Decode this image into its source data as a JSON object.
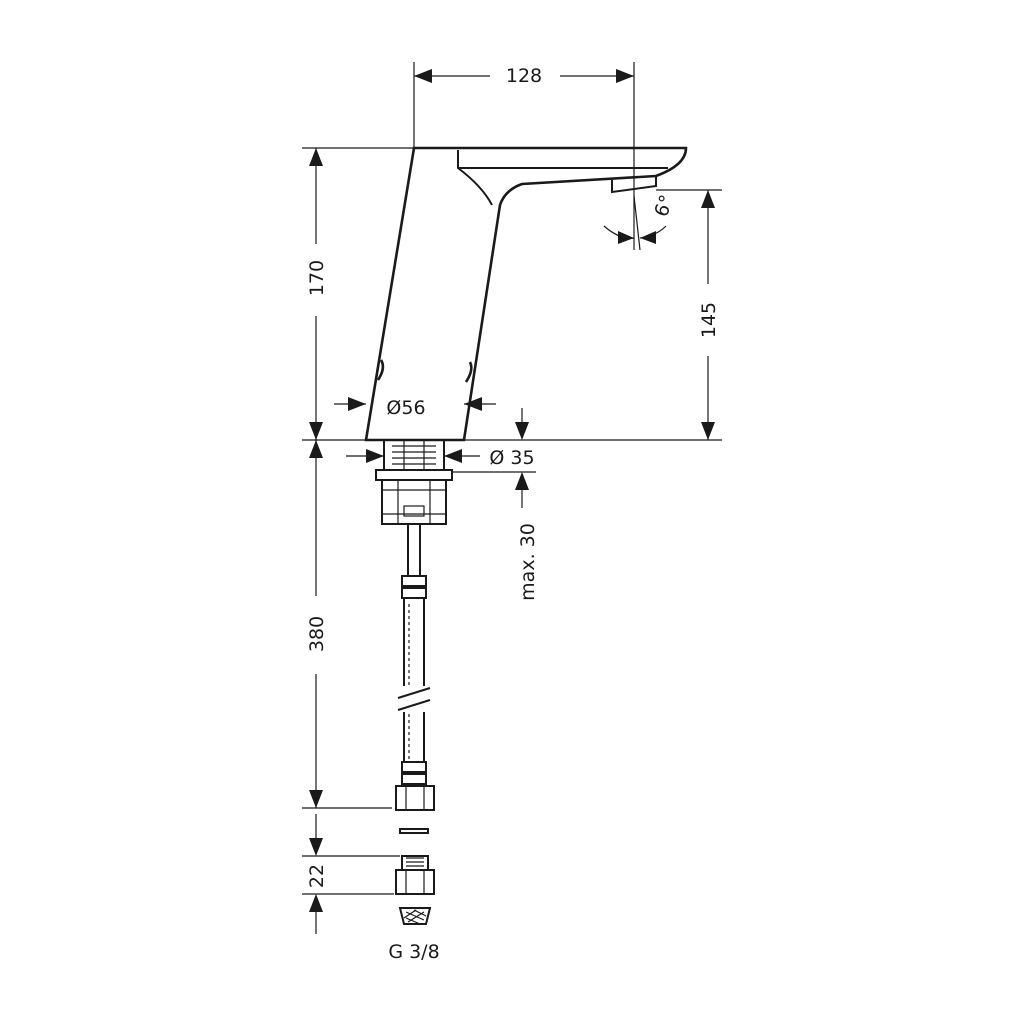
{
  "drawing": {
    "dimensions": {
      "spout_reach": "128",
      "total_height": "170",
      "outlet_height": "145",
      "spray_angle": "6°",
      "body_diameter": "Ø56",
      "shank_diameter": "Ø 35",
      "max_deck_thickness": "max. 30",
      "hose_length": "380",
      "connector_length": "22",
      "thread": "G 3/8"
    }
  }
}
